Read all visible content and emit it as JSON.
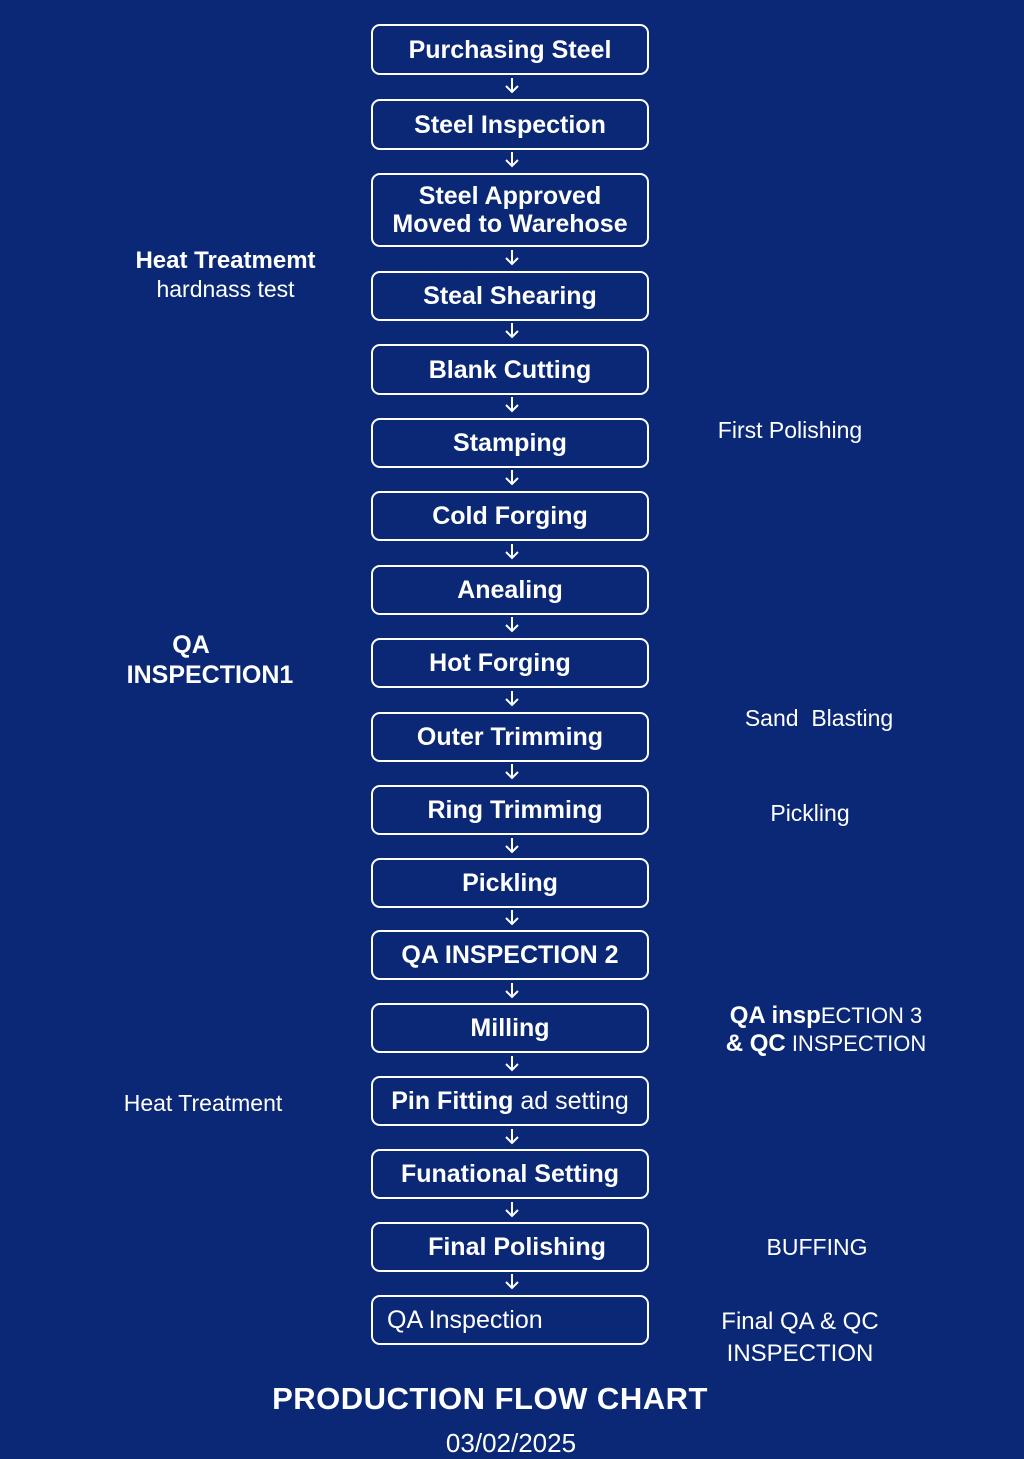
{
  "chart": {
    "title": "PRODUCTION FLOW CHART",
    "date": "03/02/2025",
    "background_color": "#0b2877",
    "foreground_color": "#ffffff"
  },
  "steps": [
    {
      "label": "Purchasing Steel"
    },
    {
      "label": "Steel Inspection"
    },
    {
      "label_line1": "Steel Approved",
      "label_line2": "Moved to Warehose"
    },
    {
      "label": "Steal Shearing"
    },
    {
      "label": "Blank Cutting"
    },
    {
      "label": "Stamping"
    },
    {
      "label": "Cold Forging"
    },
    {
      "label": "Anealing"
    },
    {
      "label": "Hot Forging"
    },
    {
      "label": "Outer Trimming"
    },
    {
      "label": "Ring Trimming"
    },
    {
      "label": "Pickling"
    },
    {
      "label": "QA INSPECTION 2"
    },
    {
      "label": "Milling"
    },
    {
      "label_bold": "Pin Fitting",
      "label_light": " ad setting"
    },
    {
      "label": "Funational Setting"
    },
    {
      "label": "Final Polishing"
    },
    {
      "label": "QA Inspection"
    }
  ],
  "side_notes": {
    "left": [
      {
        "line1": "Heat Treatmemt",
        "line2": "hardnass test"
      },
      {
        "line1": "QA",
        "line2": "INSPECTION1"
      },
      {
        "line1": "Heat Treatment"
      }
    ],
    "right": [
      {
        "line1": "First Polishing"
      },
      {
        "line1": "Sand  Blasting"
      },
      {
        "line1": "Pickling"
      },
      {
        "line1_bold": "QA insp",
        "line1_rest": "ECTION 3",
        "line2_bold": "& QC",
        "line2_rest": " INSPECTION"
      },
      {
        "line1": "BUFFING"
      },
      {
        "line1": "Final QA & QC",
        "line2": "INSPECTION"
      }
    ]
  },
  "icons": {
    "arrow": "arrow-down-icon"
  }
}
